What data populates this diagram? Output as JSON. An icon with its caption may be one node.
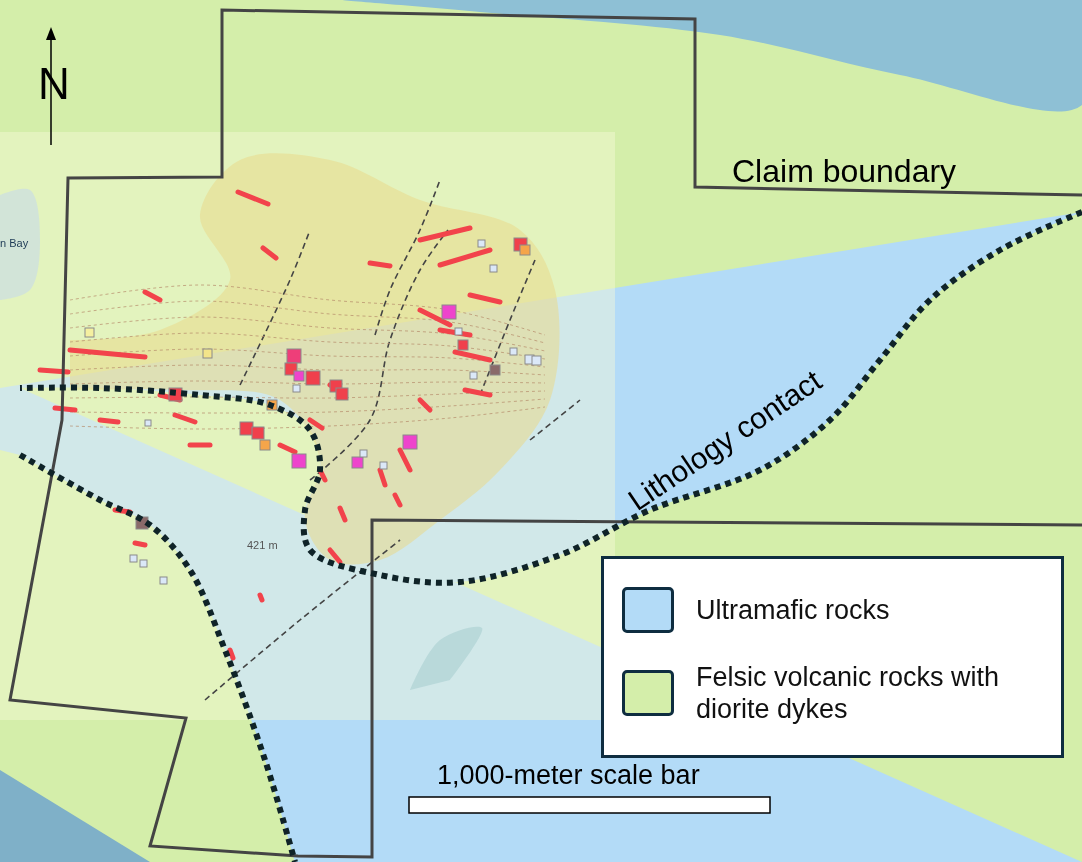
{
  "diagram": {
    "labels": [
      "N",
      "Claim boundary",
      "n Bay",
      "421 m",
      "Lithology contact",
      "1,000-meter scale bar"
    ],
    "legend": [
      {
        "text": "Ultramafic rocks",
        "color": "#b3dbf7"
      },
      {
        "text": "Felsic volcanic rocks with diorite dykes",
        "color": "#d4eeaa"
      }
    ]
  }
}
